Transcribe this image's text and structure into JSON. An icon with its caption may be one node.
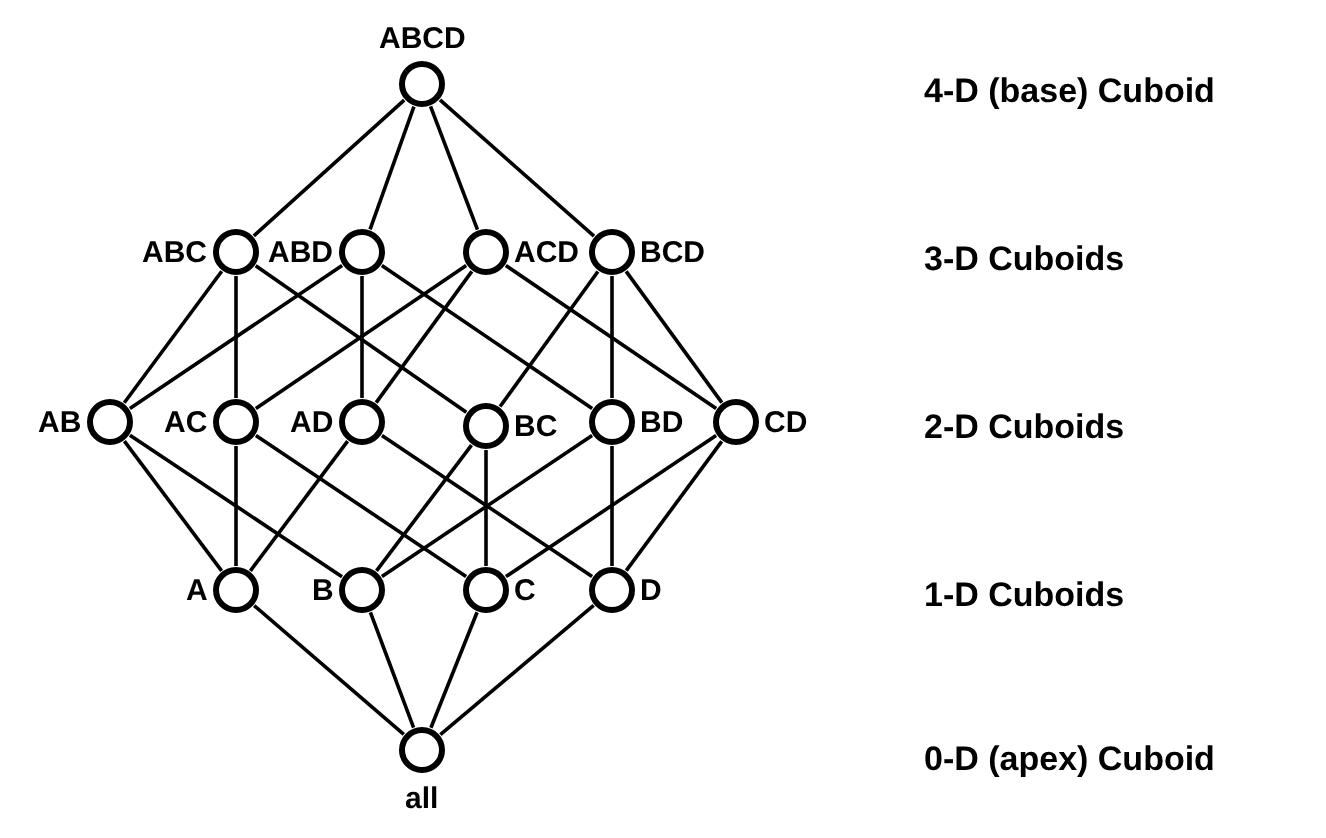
{
  "diagram": {
    "nodes": [
      {
        "text": [],
        "shape": "circle",
        "beside": [
          "ABCD"
        ]
      },
      {
        "text": [],
        "shape": "circle",
        "beside": [
          "ABC"
        ]
      },
      {
        "text": [],
        "shape": "circle",
        "beside": [
          "ABD"
        ]
      },
      {
        "text": [],
        "shape": "circle",
        "beside": [
          "ACD"
        ]
      },
      {
        "text": [],
        "shape": "circle",
        "beside": [
          "BCD"
        ]
      },
      {
        "text": [],
        "shape": "circle",
        "beside": [
          "AB"
        ]
      },
      {
        "text": [],
        "shape": "circle",
        "beside": [
          "AC"
        ]
      },
      {
        "text": [],
        "shape": "circle",
        "beside": [
          "AD"
        ]
      },
      {
        "text": [],
        "shape": "circle",
        "beside": [
          "BC"
        ]
      },
      {
        "text": [],
        "shape": "circle",
        "beside": [
          "BD"
        ]
      },
      {
        "text": [],
        "shape": "circle",
        "beside": [
          "CD"
        ]
      },
      {
        "text": [],
        "shape": "circle",
        "beside": [
          "A"
        ]
      },
      {
        "text": [],
        "shape": "circle",
        "beside": [
          "B"
        ]
      },
      {
        "text": [],
        "shape": "circle",
        "beside": [
          "C"
        ]
      },
      {
        "text": [],
        "shape": "circle",
        "beside": [
          "D"
        ]
      },
      {
        "text": [],
        "shape": "circle",
        "beside": [
          "all"
        ]
      }
    ],
    "edges": [
      {
        "from": 0,
        "to": 1,
        "arrow": "none"
      },
      {
        "from": 0,
        "to": 2,
        "arrow": "none"
      },
      {
        "from": 0,
        "to": 3,
        "arrow": "none"
      },
      {
        "from": 0,
        "to": 4,
        "arrow": "none"
      },
      {
        "from": 1,
        "to": 5,
        "arrow": "none"
      },
      {
        "from": 1,
        "to": 6,
        "arrow": "none"
      },
      {
        "from": 1,
        "to": 8,
        "arrow": "none"
      },
      {
        "from": 2,
        "to": 5,
        "arrow": "none"
      },
      {
        "from": 2,
        "to": 7,
        "arrow": "none"
      },
      {
        "from": 2,
        "to": 9,
        "arrow": "none"
      },
      {
        "from": 3,
        "to": 6,
        "arrow": "none"
      },
      {
        "from": 3,
        "to": 7,
        "arrow": "none"
      },
      {
        "from": 3,
        "to": 10,
        "arrow": "none"
      },
      {
        "from": 4,
        "to": 8,
        "arrow": "none"
      },
      {
        "from": 4,
        "to": 9,
        "arrow": "none"
      },
      {
        "from": 4,
        "to": 10,
        "arrow": "none"
      },
      {
        "from": 5,
        "to": 11,
        "arrow": "none"
      },
      {
        "from": 5,
        "to": 12,
        "arrow": "none"
      },
      {
        "from": 6,
        "to": 11,
        "arrow": "none"
      },
      {
        "from": 6,
        "to": 13,
        "arrow": "none"
      },
      {
        "from": 7,
        "to": 11,
        "arrow": "none"
      },
      {
        "from": 7,
        "to": 14,
        "arrow": "none"
      },
      {
        "from": 8,
        "to": 12,
        "arrow": "none"
      },
      {
        "from": 8,
        "to": 13,
        "arrow": "none"
      },
      {
        "from": 9,
        "to": 12,
        "arrow": "none"
      },
      {
        "from": 9,
        "to": 14,
        "arrow": "none"
      },
      {
        "from": 10,
        "to": 13,
        "arrow": "none"
      },
      {
        "from": 10,
        "to": 14,
        "arrow": "none"
      },
      {
        "from": 11,
        "to": 15,
        "arrow": "none"
      },
      {
        "from": 12,
        "to": 15,
        "arrow": "none"
      },
      {
        "from": 13,
        "to": 15,
        "arrow": "none"
      },
      {
        "from": 14,
        "to": 15,
        "arrow": "none"
      }
    ],
    "labels": [
      "4-D (base) Cuboid",
      "3-D Cuboids",
      "2-D Cuboids",
      "1-D Cuboids",
      "0-D (apex) Cuboid"
    ]
  }
}
